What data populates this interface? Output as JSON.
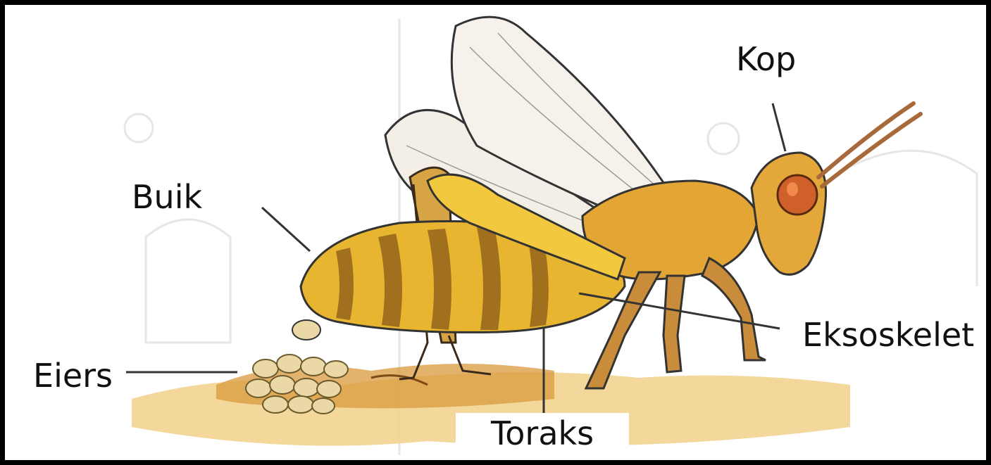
{
  "labels": {
    "kop": "Kop",
    "buik": "Buik",
    "eiers": "Eiers",
    "eksoskelet": "Eksoskelet",
    "toraks": "Toraks"
  },
  "colors": {
    "body": "#e8b530",
    "stripe": "#8a5a18",
    "leg": "#c98c3a",
    "ground": "#e8b760",
    "egg": "#ead9a7",
    "eye": "#d0602a",
    "wing": "#f3eee6",
    "line": "#333333"
  }
}
